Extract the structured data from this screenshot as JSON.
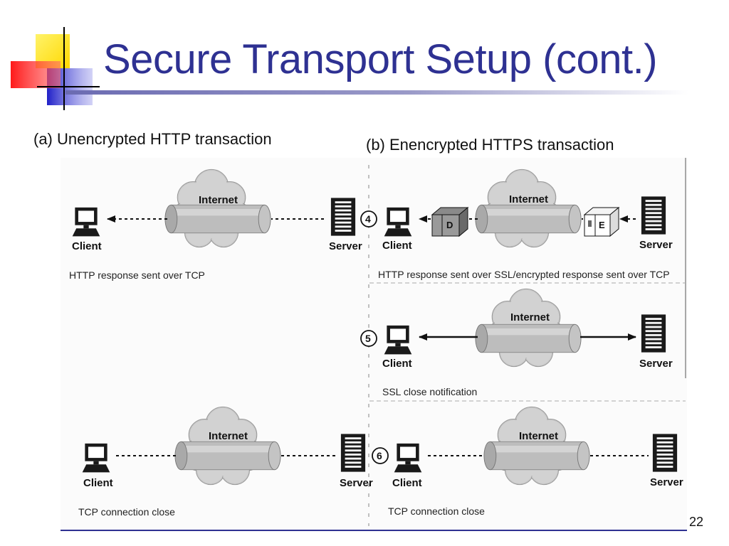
{
  "slide": {
    "title": "Secure Transport Setup (cont.)",
    "page_number": "22",
    "colors": {
      "title": "#2e3192",
      "logo_yellow": "#ffe600",
      "logo_red": "#ff2020",
      "logo_blue": "#3333cc"
    }
  },
  "diagram": {
    "caption_a": "(a) Unencrypted HTTP transaction",
    "caption_b": "(b) Enencrypted HTTPS transaction",
    "internet_label": "Internet",
    "client_label": "Client",
    "server_label": "Server",
    "panel_a": {
      "top_caption": "HTTP response sent over TCP",
      "bottom_caption": "TCP connection close"
    },
    "panel_b": {
      "steps": [
        {
          "number": "4",
          "caption": "HTTP response sent over SSL/encrypted response sent over TCP",
          "box_client": "D",
          "box_server": "E"
        },
        {
          "number": "5",
          "caption": "SSL close notification"
        },
        {
          "number": "6",
          "caption": "TCP connection close"
        }
      ]
    }
  }
}
